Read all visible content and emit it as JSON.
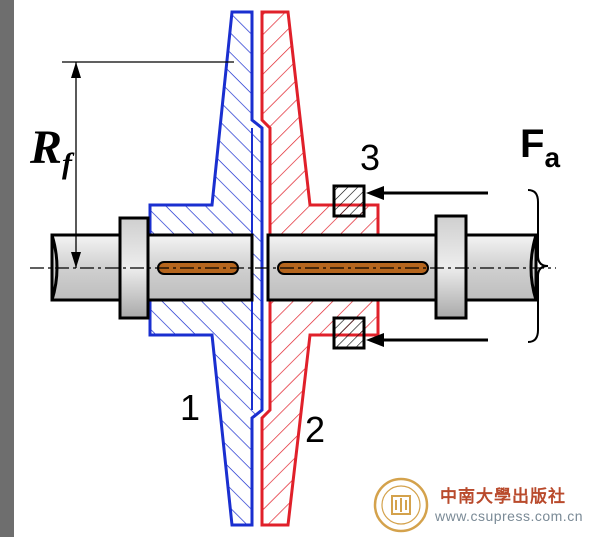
{
  "labels": {
    "force_radius_main": "R",
    "force_radius_sub": "f",
    "axial_force_main": "F",
    "axial_force_sub": "a",
    "part_1": "1",
    "part_2": "2",
    "part_3": "3"
  },
  "watermark": {
    "publisher": "中南大學出版社",
    "url": "www.csupress.com.cn"
  },
  "colors": {
    "left_disc": "#1a2fd0",
    "right_disc": "#e0202a",
    "key": "#b5651d",
    "shaft_fill": "#d9d9d9",
    "side_band": "#6e6e6e",
    "seal": "#d4a24c"
  }
}
